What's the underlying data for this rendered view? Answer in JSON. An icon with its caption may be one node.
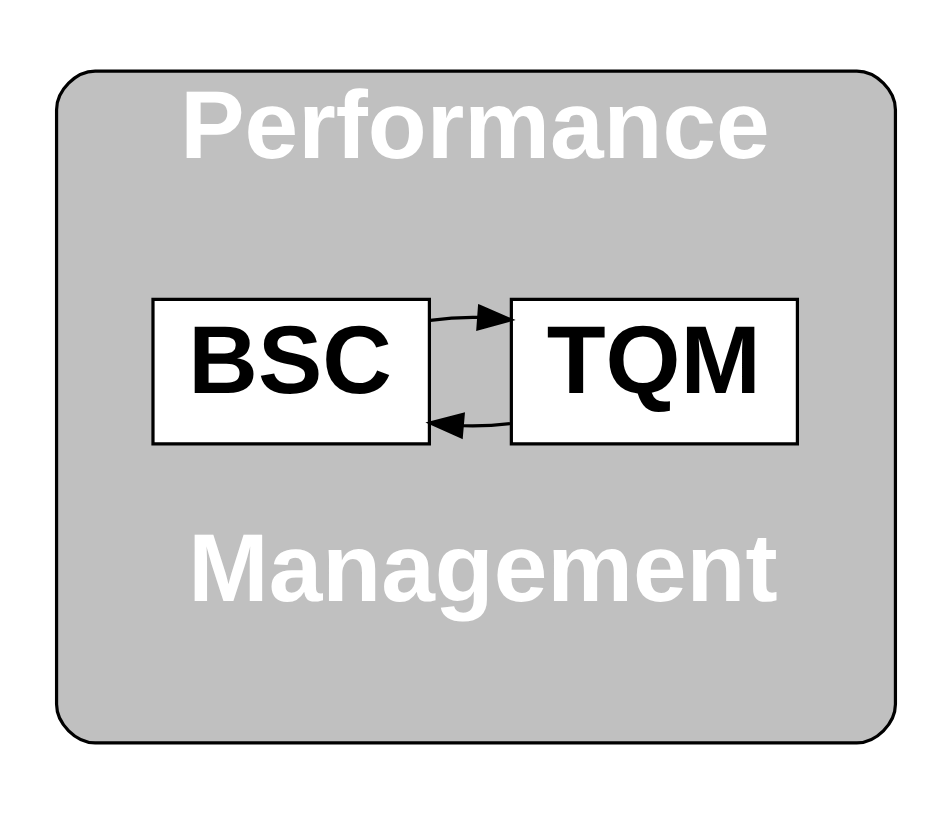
{
  "diagram": {
    "nodes": [
      {
        "text": [
          "Performance",
          "Management"
        ]
      },
      {
        "text": [
          "TQM"
        ],
        "in": 0
      },
      {
        "text": [
          "BSC"
        ],
        "in": 0
      }
    ],
    "edges": [
      {
        "from": 1,
        "to": 2,
        "arrow": "to"
      },
      {
        "from": 2,
        "to": 1,
        "arrow": "to"
      }
    ]
  }
}
